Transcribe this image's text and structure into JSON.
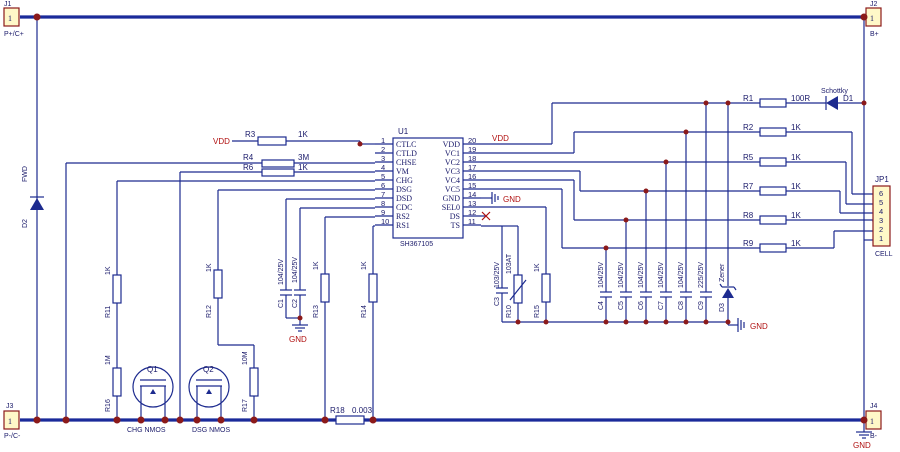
{
  "connectors": {
    "j1": {
      "ref": "J1",
      "pin": "1",
      "label": "P+/C+"
    },
    "j2": {
      "ref": "J2",
      "pin": "1",
      "label": "B+"
    },
    "j3": {
      "ref": "J3",
      "pin": "1",
      "label": "P-/C-"
    },
    "j4": {
      "ref": "J4",
      "pin": "1",
      "label": "B-"
    },
    "jp1": {
      "ref": "JP1",
      "label": "CELL",
      "pins": [
        "6",
        "5",
        "4",
        "3",
        "2",
        "1"
      ]
    }
  },
  "ic": {
    "ref": "U1",
    "part": "SH367105",
    "left_pins": [
      {
        "num": "1",
        "name": "CTLC"
      },
      {
        "num": "2",
        "name": "CTLD"
      },
      {
        "num": "3",
        "name": "CHSE"
      },
      {
        "num": "4",
        "name": "VM"
      },
      {
        "num": "5",
        "name": "CHG"
      },
      {
        "num": "6",
        "name": "DSG"
      },
      {
        "num": "7",
        "name": "DSD"
      },
      {
        "num": "8",
        "name": "CDC"
      },
      {
        "num": "9",
        "name": "RS2"
      },
      {
        "num": "10",
        "name": "RS1"
      }
    ],
    "right_pins": [
      {
        "num": "20",
        "name": "VDD"
      },
      {
        "num": "19",
        "name": "VC1"
      },
      {
        "num": "18",
        "name": "VC2"
      },
      {
        "num": "17",
        "name": "VC3"
      },
      {
        "num": "16",
        "name": "VC4"
      },
      {
        "num": "15",
        "name": "VC5"
      },
      {
        "num": "14",
        "name": "GND"
      },
      {
        "num": "13",
        "name": "SEL0"
      },
      {
        "num": "12",
        "name": "DS"
      },
      {
        "num": "11",
        "name": "TS"
      }
    ]
  },
  "nets": {
    "vdd": "VDD",
    "gnd": "GND"
  },
  "resistors": {
    "r1": {
      "ref": "R1",
      "value": "100R"
    },
    "r2": {
      "ref": "R2",
      "value": "1K"
    },
    "r3": {
      "ref": "R3",
      "value": "1K"
    },
    "r4": {
      "ref": "R4",
      "value": "3M"
    },
    "r5": {
      "ref": "R5",
      "value": "1K"
    },
    "r6": {
      "ref": "R6",
      "value": "1K"
    },
    "r7": {
      "ref": "R7",
      "value": "1K"
    },
    "r8": {
      "ref": "R8",
      "value": "1K"
    },
    "r9": {
      "ref": "R9",
      "value": "1K"
    },
    "r10": {
      "ref": "R10",
      "value": "103AT"
    },
    "r11": {
      "ref": "R11",
      "value": "1K"
    },
    "r12": {
      "ref": "R12",
      "value": "1K"
    },
    "r13": {
      "ref": "R13",
      "value": "1K"
    },
    "r14": {
      "ref": "R14",
      "value": "1K"
    },
    "r15": {
      "ref": "R15",
      "value": "1K"
    },
    "r16": {
      "ref": "R16",
      "value": "1M"
    },
    "r17": {
      "ref": "R17",
      "value": "10M"
    },
    "r18": {
      "ref": "R18",
      "value": "0.003"
    }
  },
  "capacitors": {
    "c1": {
      "ref": "C1",
      "value": "104/25V"
    },
    "c2": {
      "ref": "C2",
      "value": "104/25V"
    },
    "c3": {
      "ref": "C3",
      "value": "103/25V"
    },
    "c4": {
      "ref": "C4",
      "value": "104/25V"
    },
    "c5": {
      "ref": "C5",
      "value": "104/25V"
    },
    "c6": {
      "ref": "C6",
      "value": "104/25V"
    },
    "c7": {
      "ref": "C7",
      "value": "104/25V"
    },
    "c8": {
      "ref": "C8",
      "value": "104/25V"
    },
    "c9": {
      "ref": "C9",
      "value": "225/25V"
    }
  },
  "diodes": {
    "d1": {
      "ref": "D1",
      "label": "Schottky"
    },
    "d2": {
      "ref": "D2",
      "label": "FWD"
    },
    "d3": {
      "ref": "D3",
      "label": "Zener"
    }
  },
  "mosfets": {
    "q1": {
      "ref": "Q1",
      "label": "CHG NMOS"
    },
    "q2": {
      "ref": "Q2",
      "label": "DSG NMOS"
    }
  }
}
